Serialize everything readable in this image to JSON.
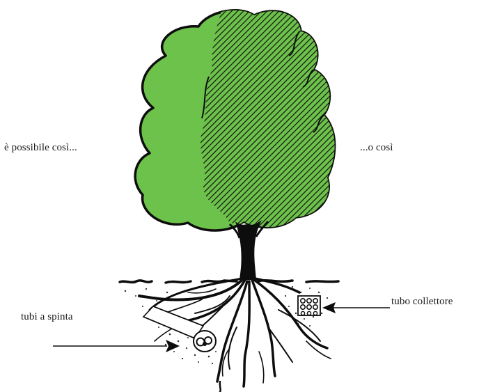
{
  "labels": {
    "left_option": "è possibile così...",
    "right_option": "...o così",
    "push_pipes": "tubi a spinta",
    "collector_pipe": "tubo collettore"
  },
  "colors": {
    "canopy_green": "#6cc24a",
    "outline": "#0d0d0d",
    "hatching": "#111111",
    "soil_dots": "#2a2a2a",
    "background": "#ffffff"
  },
  "icons": {
    "tree": "tree-illustration",
    "push_pipe": "pipe-icon",
    "collector_pipe": "collector-pipe-icon",
    "arrows": "arrow-right-icon / arrow-left-icon"
  }
}
